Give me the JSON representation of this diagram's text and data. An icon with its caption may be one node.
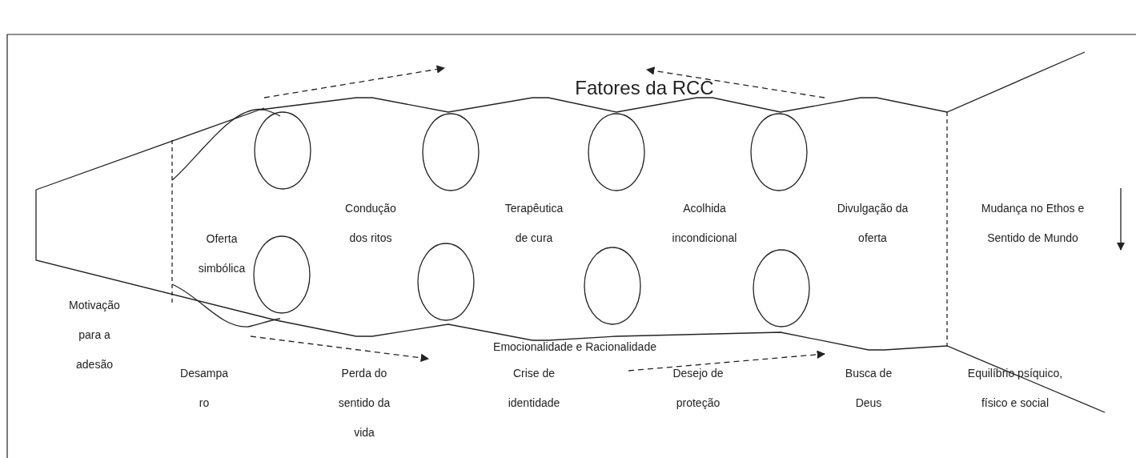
{
  "diagram": {
    "labels": [
      "Fatores da RCC",
      "Condução dos ritos",
      "Terapêutica de cura",
      "Acolhida incondicional",
      "Divulgação da oferta",
      "Mudança no Ethos e Sentido de Mundo",
      "Oferta simbólica",
      "Motivação para a adesão",
      "Emocionalidade e Racionalidade",
      "Desamparo",
      "Perda do sentido da vida",
      "Crise de identidade",
      "Desejo de proteção",
      "Busca de Deus",
      "Equilíbrio psíquico, físico e social"
    ]
  }
}
